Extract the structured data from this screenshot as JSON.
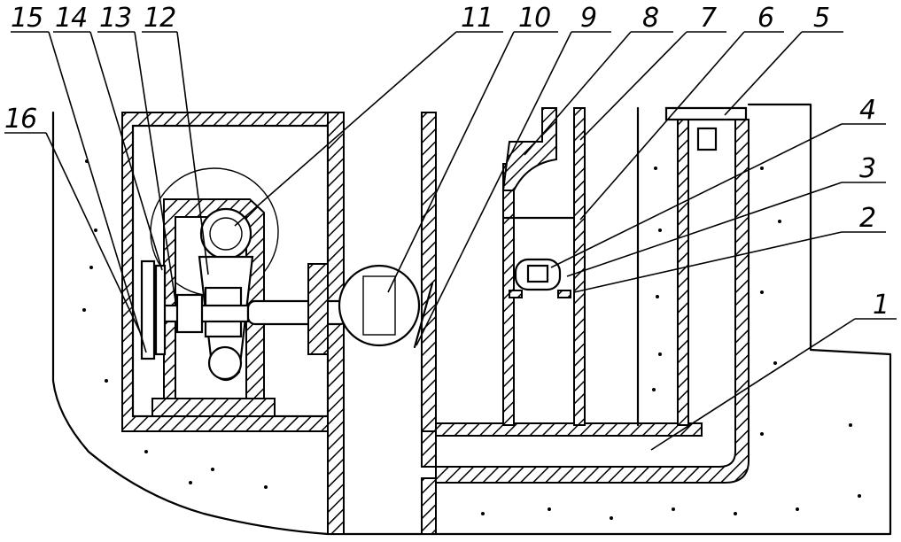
{
  "diagram": {
    "labels": [
      {
        "id": "15",
        "text": "15"
      },
      {
        "id": "14",
        "text": "14"
      },
      {
        "id": "13",
        "text": "13"
      },
      {
        "id": "12",
        "text": "12"
      },
      {
        "id": "11",
        "text": "11"
      },
      {
        "id": "10",
        "text": "10"
      },
      {
        "id": "9",
        "text": "9"
      },
      {
        "id": "8",
        "text": "8"
      },
      {
        "id": "7",
        "text": "7"
      },
      {
        "id": "6",
        "text": "6"
      },
      {
        "id": "5",
        "text": "5"
      },
      {
        "id": "4",
        "text": "4"
      },
      {
        "id": "3",
        "text": "3"
      },
      {
        "id": "2",
        "text": "2"
      },
      {
        "id": "1",
        "text": "1"
      },
      {
        "id": "16",
        "text": "16"
      }
    ]
  }
}
